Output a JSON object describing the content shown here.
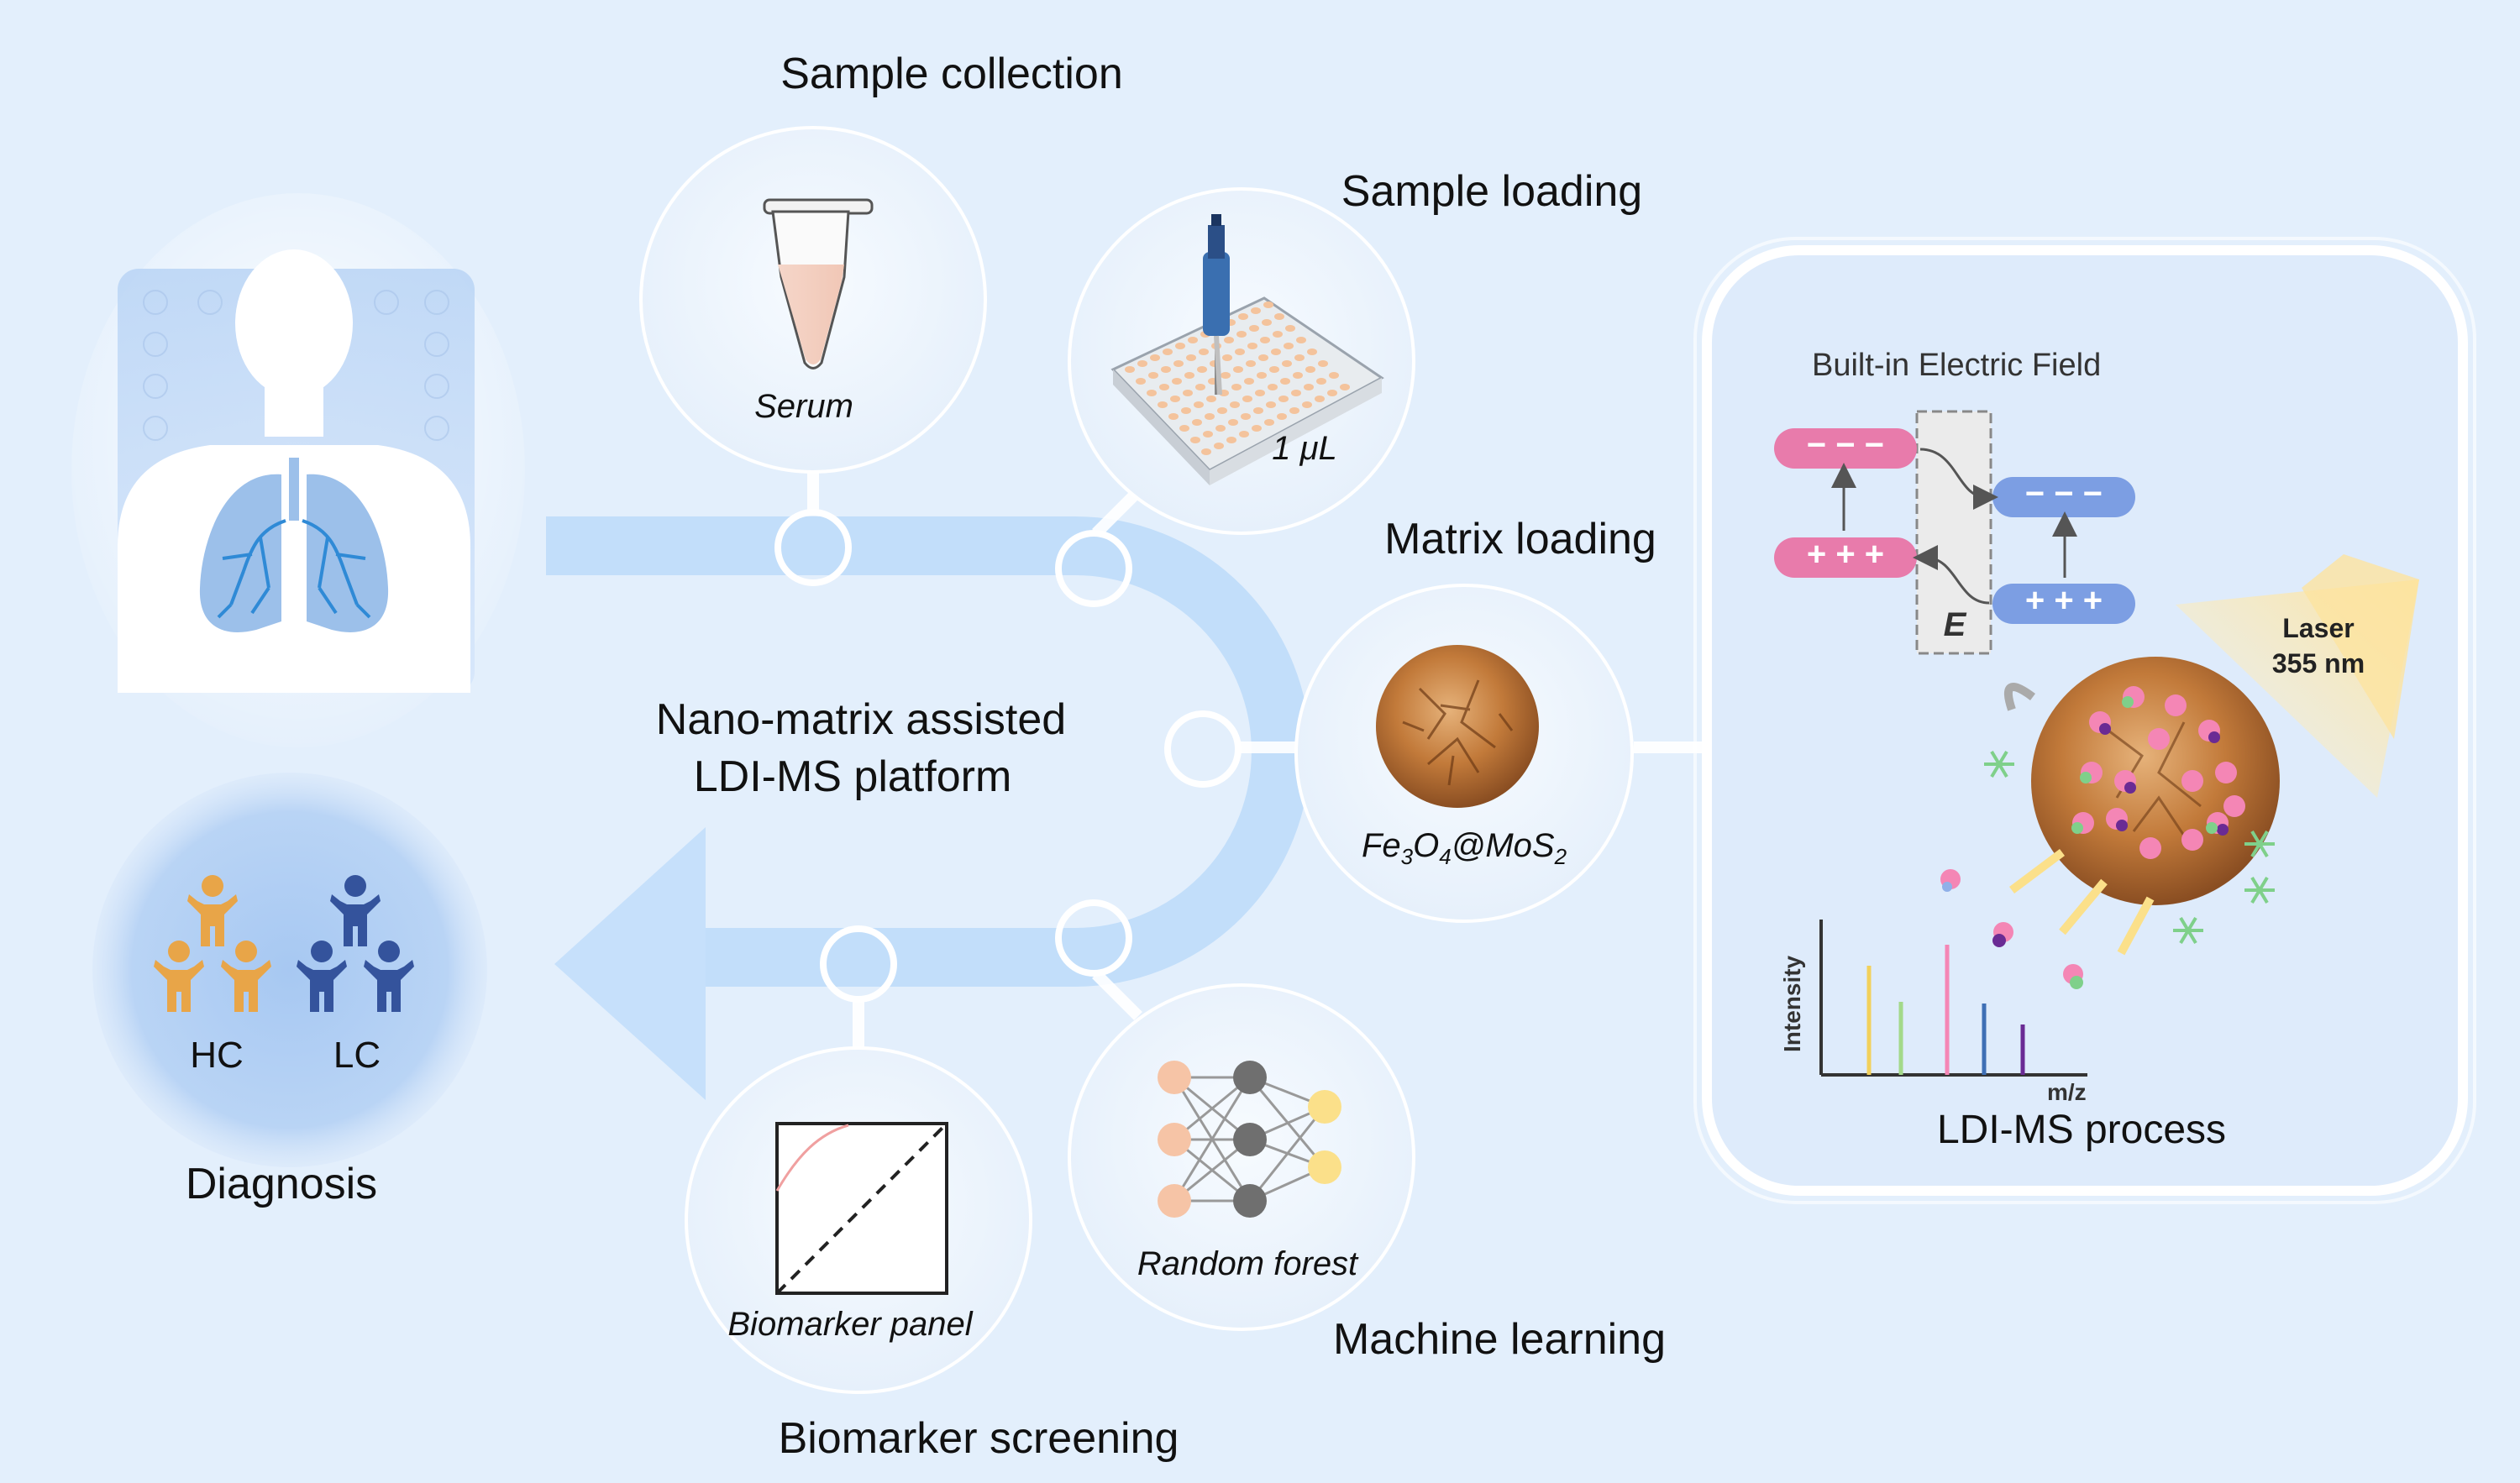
{
  "human_figure": {
    "label": ""
  },
  "diagnosis": {
    "title": "Diagnosis",
    "group_hc": "HC",
    "group_lc": "LC"
  },
  "platform": {
    "line1": "Nano-matrix assisted",
    "line2": "LDI-MS platform"
  },
  "steps": {
    "sample_collection": {
      "title": "Sample collection",
      "caption": "Serum"
    },
    "sample_loading": {
      "title": "Sample loading",
      "caption": "1 μL"
    },
    "matrix_loading": {
      "title": "Matrix loading",
      "caption_parts": [
        "Fe",
        "3",
        "O",
        "4",
        "@MoS",
        "2"
      ]
    },
    "machine_learning": {
      "title": "Machine learning",
      "caption": "Random forest"
    },
    "biomarker_screening": {
      "title": "Biomarker screening",
      "caption": "Biomarker panel"
    }
  },
  "ldi_ms": {
    "title": "LDI-MS process",
    "field_title": "Built-in Electric Field",
    "field_symbol": "E",
    "charges_negative": "− − −",
    "charges_positive": "+ + +",
    "laser_line1": "Laser",
    "laser_line2": "355 nm",
    "y_axis": "Intensity",
    "x_axis": "m/z"
  },
  "colors": {
    "background": "#e3effc",
    "track": "#c2defa",
    "pink": "#e87bab",
    "blue_band": "#7c9ee3",
    "hc_orange": "#e8a548",
    "lc_navy": "#34539c",
    "laser": "#fce8a8"
  }
}
